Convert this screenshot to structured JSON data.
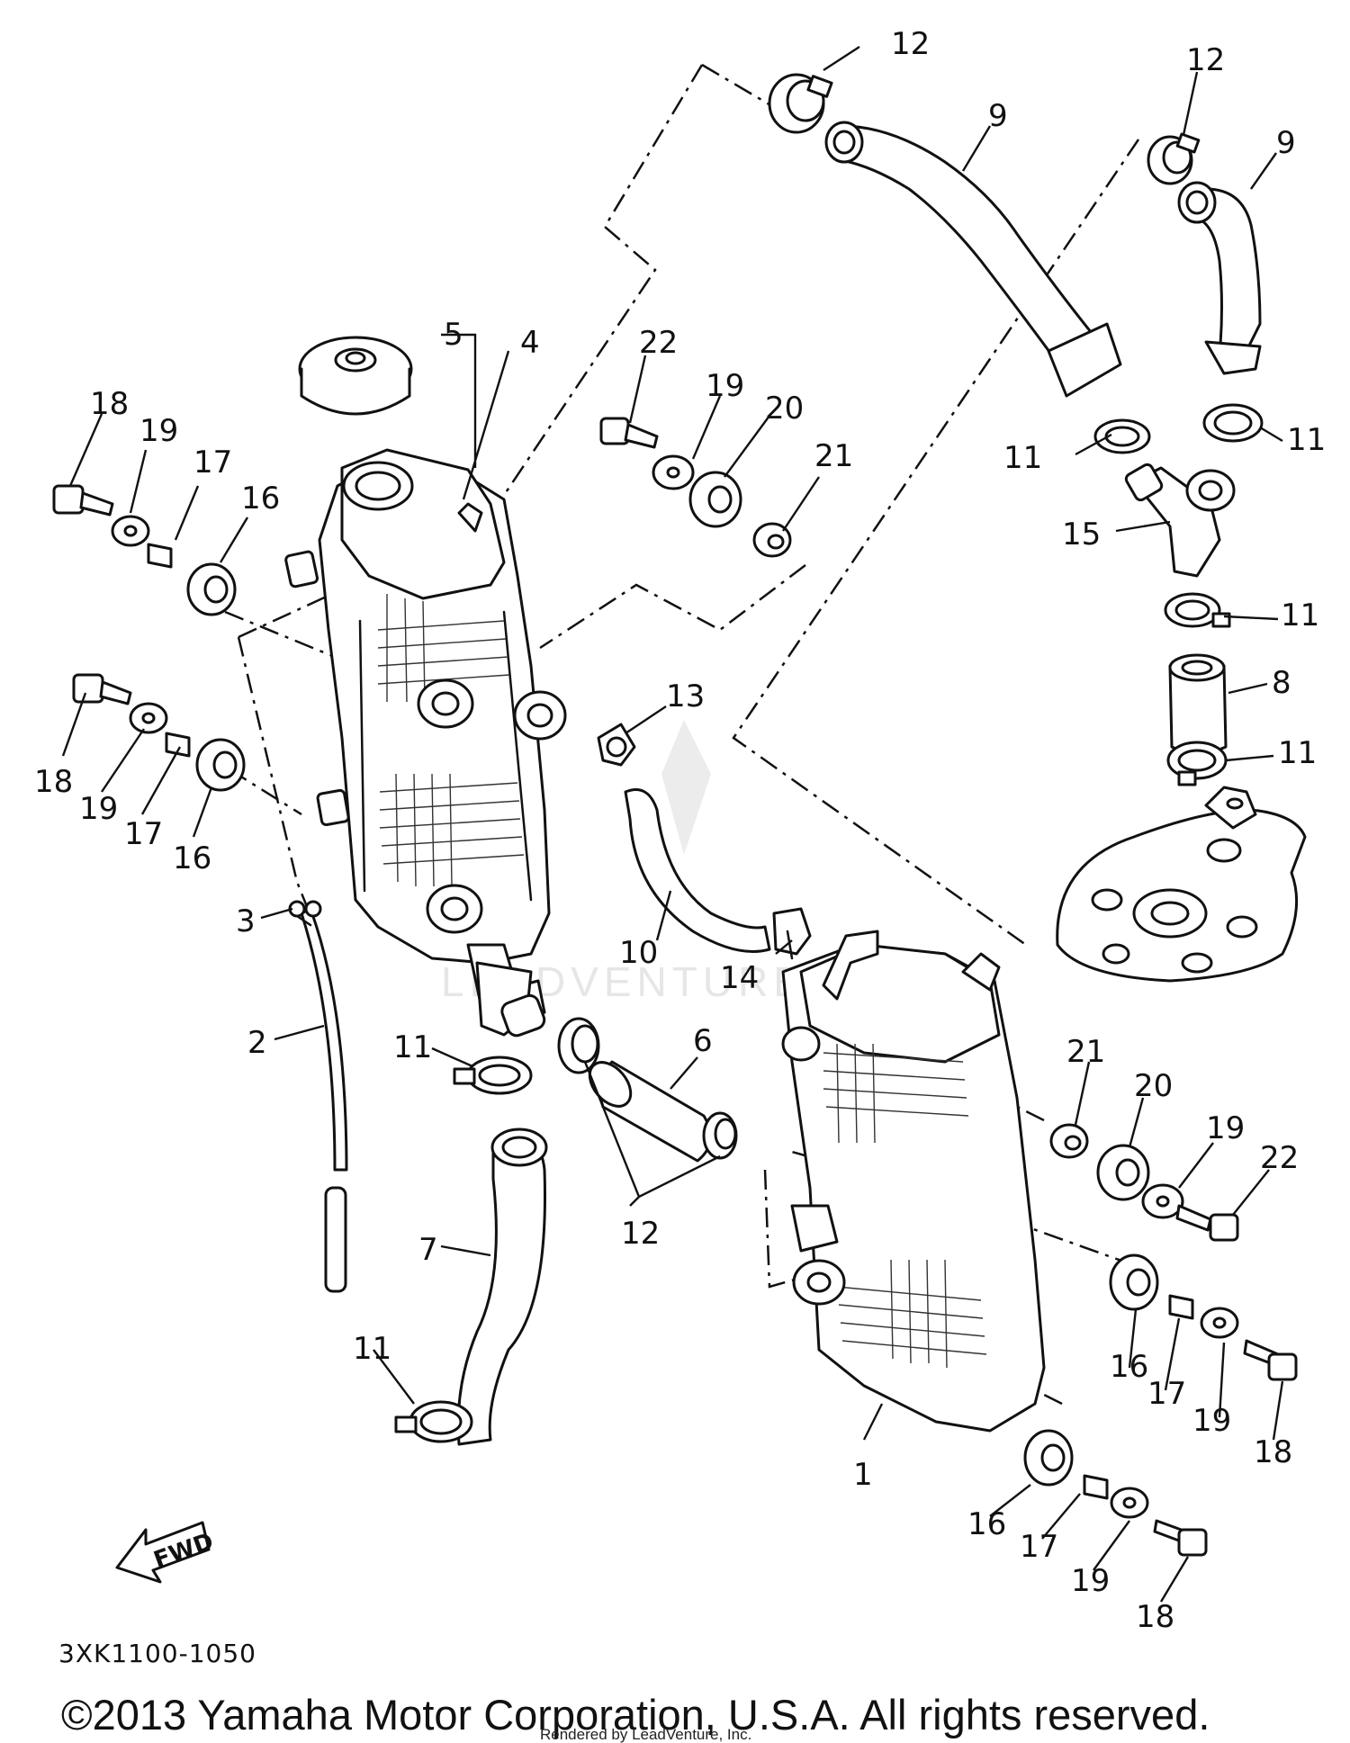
{
  "labels": {
    "p1": "1",
    "p2": "2",
    "p3": "3",
    "p4": "4",
    "p5": "5",
    "p6": "6",
    "p7": "7",
    "p8": "8",
    "p9": "9",
    "p10": "10",
    "p11": "11",
    "p12": "12",
    "p13": "13",
    "p14": "14",
    "p15": "15",
    "p16": "16",
    "p17": "17",
    "p18": "18",
    "p19": "19",
    "p20": "20",
    "p21": "21",
    "p22": "22"
  },
  "fwd_label": "FWD",
  "diagram_code": "3XK1100-1050",
  "watermark": "LEADVENTURE",
  "copyright": "©2013 Yamaha Motor Corporation, U.S.A. All rights reserved.",
  "rendered_by": "Rendered by LeadVenture, Inc."
}
